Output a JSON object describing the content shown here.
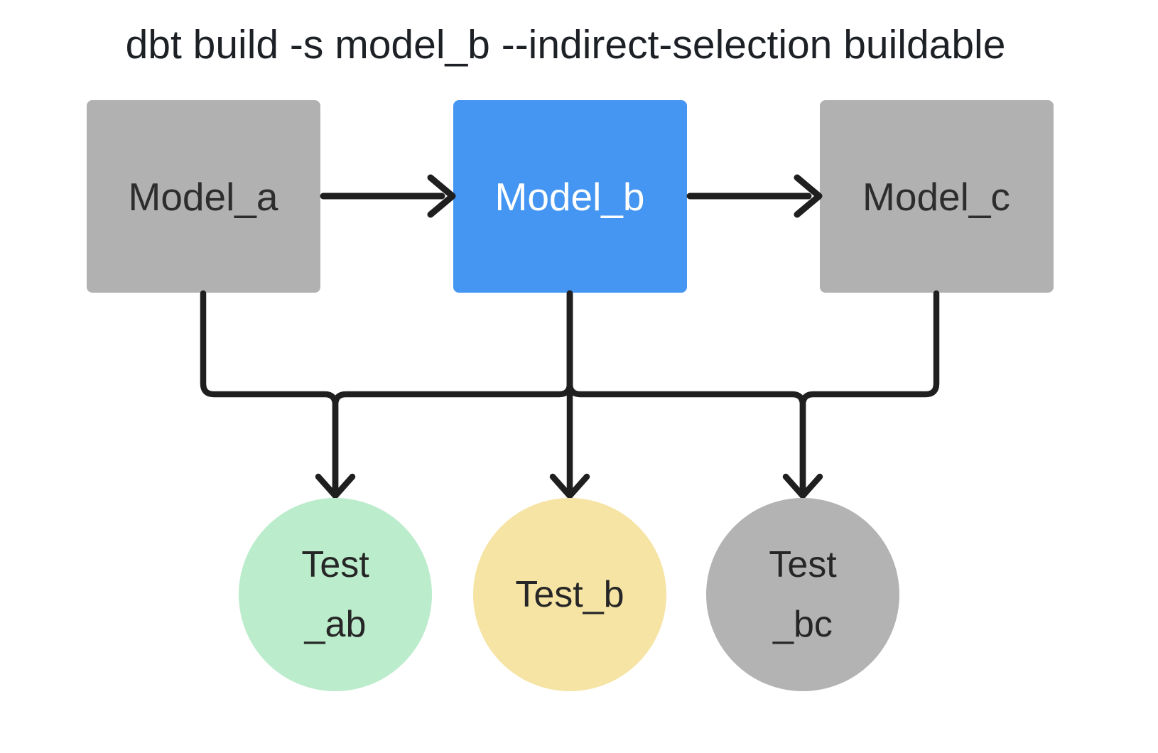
{
  "title": "dbt build -s model_b --indirect-selection buildable",
  "nodes": {
    "model_a": {
      "label": "Model_a",
      "type": "model",
      "selected": false
    },
    "model_b": {
      "label": "Model_b",
      "type": "model",
      "selected": true
    },
    "model_c": {
      "label": "Model_c",
      "type": "model",
      "selected": false
    },
    "test_ab": {
      "label_line1": "Test",
      "label_line2": "_ab",
      "type": "test"
    },
    "test_b": {
      "label": "Test_b",
      "type": "test"
    },
    "test_bc": {
      "label_line1": "Test",
      "label_line2": "_bc",
      "type": "test"
    }
  },
  "edges": [
    {
      "from": "Model_a",
      "to": "Model_b"
    },
    {
      "from": "Model_b",
      "to": "Model_c"
    },
    {
      "from": "Model_a",
      "to": "Test_ab"
    },
    {
      "from": "Model_b",
      "to": "Test_ab"
    },
    {
      "from": "Model_b",
      "to": "Test_b"
    },
    {
      "from": "Model_b",
      "to": "Test_bc"
    },
    {
      "from": "Model_c",
      "to": "Test_bc"
    }
  ],
  "colors": {
    "background": "#ffffff",
    "title_text": "#1d2126",
    "model_box_gray": "#b1b1b1",
    "model_box_blue": "#4496f2",
    "model_text_dark": "#2d2d2d",
    "model_text_light": "#ffffff",
    "test_green": "#bbeccb",
    "test_yellow": "#f6e4a5",
    "test_gray": "#b3b3b3",
    "test_text": "#262626",
    "edge_line": "#1f1f1f"
  }
}
